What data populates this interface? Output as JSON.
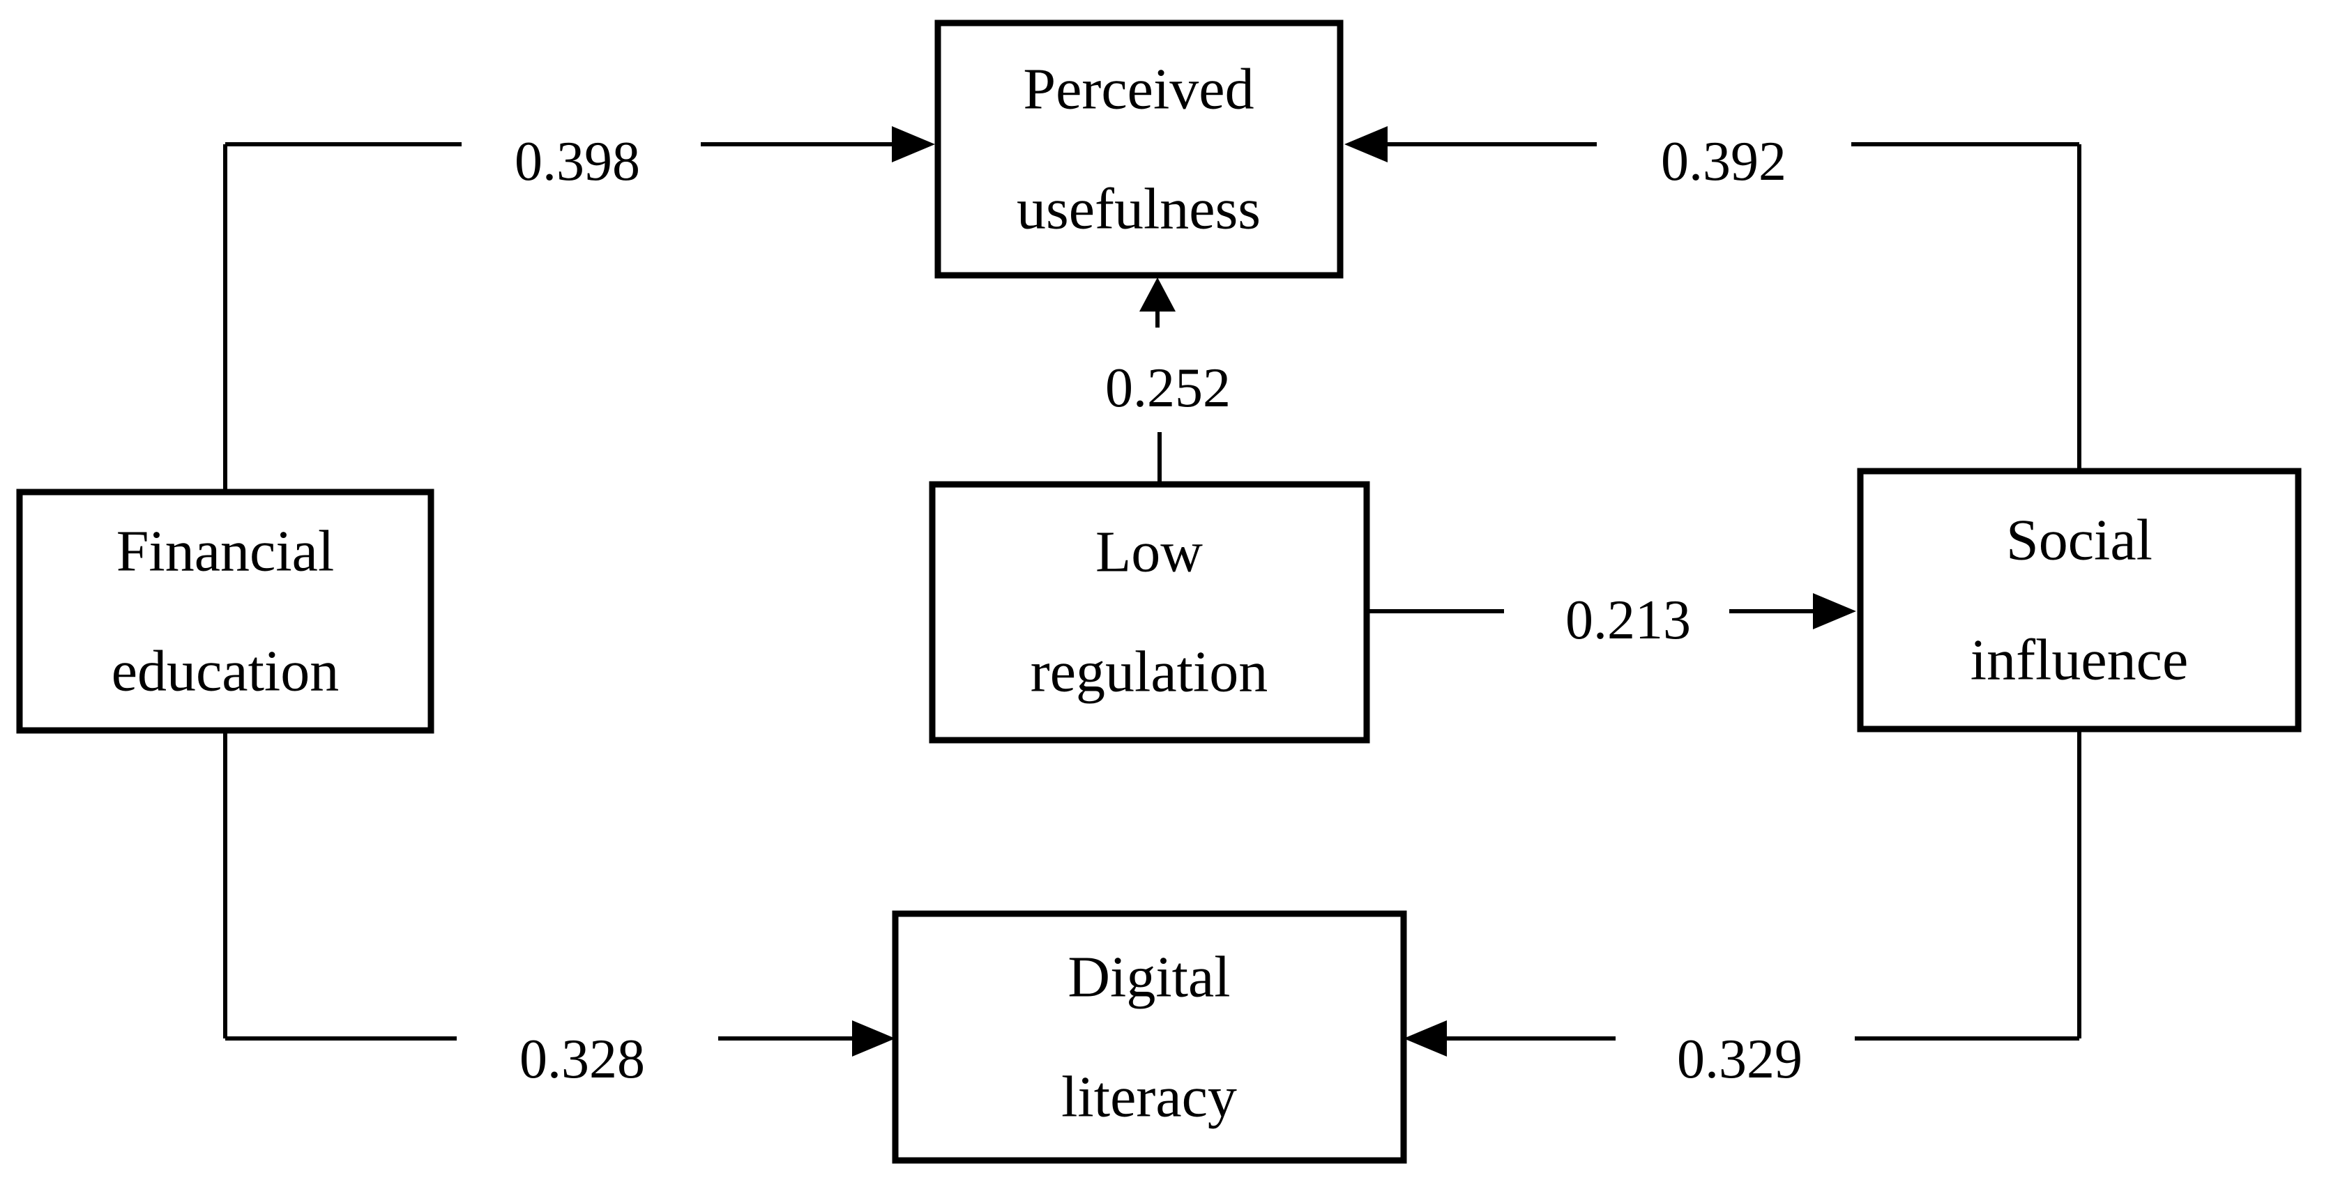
{
  "diagram": {
    "type": "path-model",
    "colors": {
      "background": "#ffffff",
      "stroke": "#000000",
      "box_fill": "#ffffff",
      "text": "#000000"
    },
    "nodes": [
      {
        "id": "financial-education",
        "label": "Financial education",
        "lines": [
          "Financial",
          "education"
        ]
      },
      {
        "id": "perceived-usefulness",
        "label": "Perceived usefulness",
        "lines": [
          "Perceived",
          "usefulness"
        ]
      },
      {
        "id": "low-regulation",
        "label": "Low regulation",
        "lines": [
          "Low",
          "regulation"
        ]
      },
      {
        "id": "social-influence",
        "label": "Social influence",
        "lines": [
          "Social",
          "influence"
        ]
      },
      {
        "id": "digital-literacy",
        "label": "Digital literacy",
        "lines": [
          "Digital",
          "literacy"
        ]
      }
    ],
    "edges": [
      {
        "from": "financial-education",
        "to": "perceived-usefulness",
        "coefficient": "0.398"
      },
      {
        "from": "social-influence",
        "to": "perceived-usefulness",
        "coefficient": "0.392"
      },
      {
        "from": "low-regulation",
        "to": "perceived-usefulness",
        "coefficient": "0.252"
      },
      {
        "from": "low-regulation",
        "to": "social-influence",
        "coefficient": "0.213"
      },
      {
        "from": "financial-education",
        "to": "digital-literacy",
        "coefficient": "0.328"
      },
      {
        "from": "social-influence",
        "to": "digital-literacy",
        "coefficient": "0.329"
      }
    ]
  }
}
